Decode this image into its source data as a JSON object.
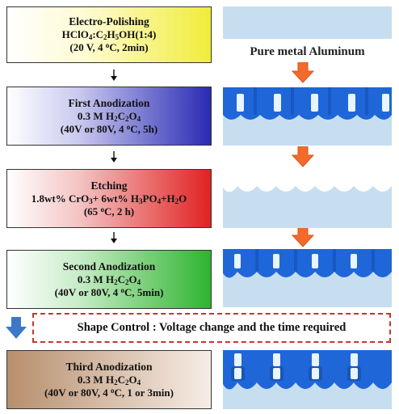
{
  "steps": [
    {
      "title": "Electro-Polishing",
      "line2_html": "HClO<sub>4</sub>:C<sub>2</sub>H<sub>5</sub>OH(1:4)",
      "line3_html": "(20 V, 4 <sup>o</sup>C, 2min)"
    },
    {
      "title": "First Anodization",
      "line2_html": "0.3 M H<sub>2</sub>C<sub>2</sub>O<sub>4</sub>",
      "line3_html": "(40V or 80V, 4 <sup>o</sup>C, 5h)"
    },
    {
      "title": "Etching",
      "line2_html": "1.8wt% CrO<sub>3</sub>+ 6wt% H<sub>3</sub>PO<sub>4</sub>+H<sub>2</sub>O",
      "line3_html": "(65 <sup>o</sup>C, 2 h)"
    },
    {
      "title": "Second Anodization",
      "line2_html": "0.3 M H<sub>2</sub>C<sub>2</sub>O<sub>4</sub>",
      "line3_html": "(40V or 80V, 4 <sup>o</sup>C, 5min)"
    },
    {
      "title": "Third Anodization",
      "line2_html": "0.3 M H<sub>2</sub>C<sub>2</sub>O<sub>4</sub>",
      "line3_html": "(40V or 80V, 4 <sup>o</sup>C,  1 or 3min)"
    }
  ],
  "pure_metal_label": "Pure metal Aluminum",
  "shape_control": "Shape Control : Voltage change and the time required",
  "colors": {
    "substrate": "#c6def0",
    "pore_blue": "#1f66d8",
    "arrow_orange": "#f26b2a",
    "dashed_border": "#c0392b",
    "big_arrow": "#3c78c8"
  }
}
